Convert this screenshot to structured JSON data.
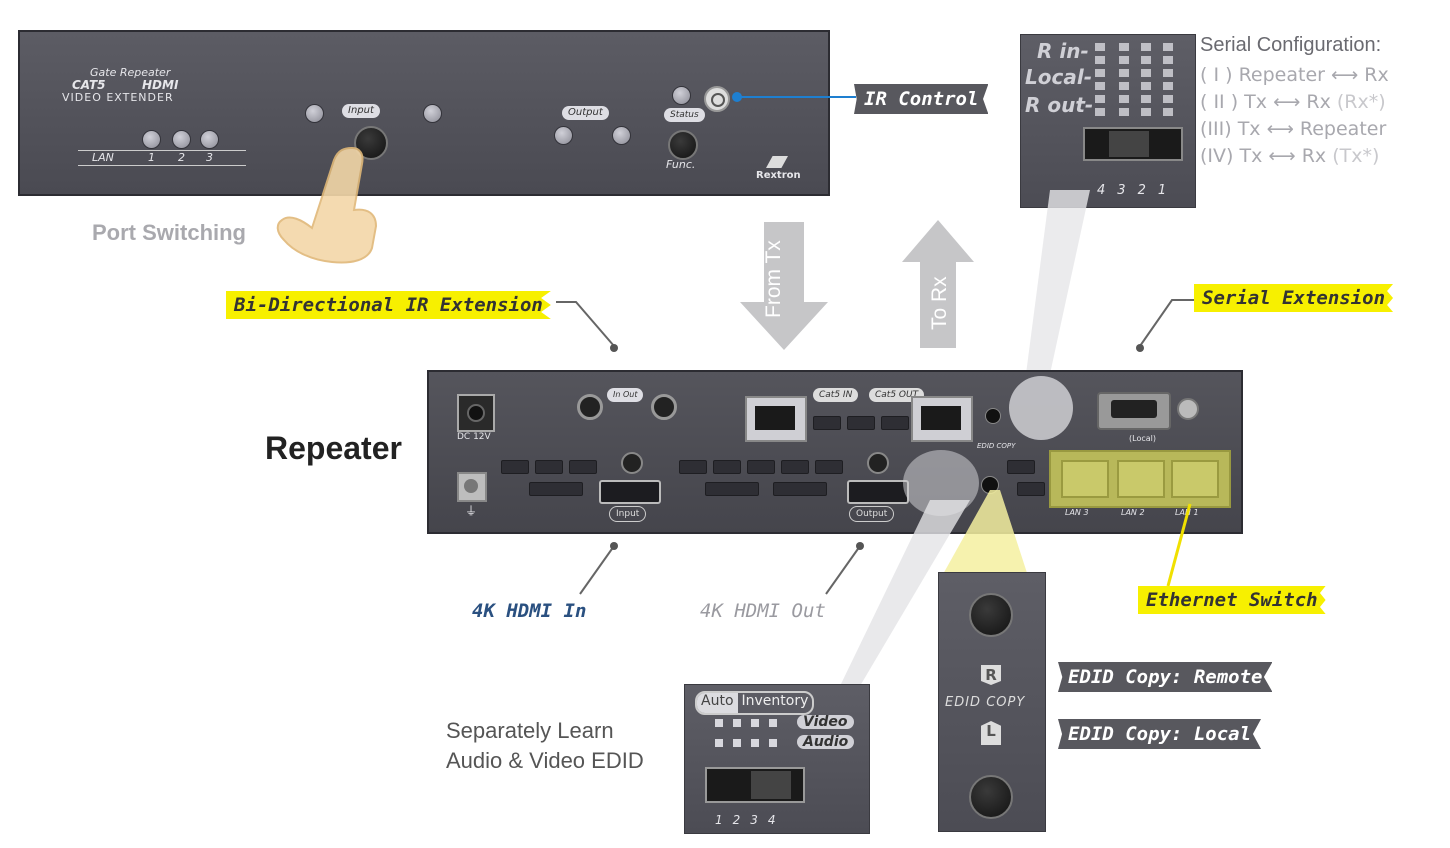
{
  "front_panel": {
    "brand_line1": "Gate Repeater",
    "brand_line2a": "CAT5",
    "brand_line2b": "HDMI",
    "brand_line3": "VIDEO EXTENDER",
    "lan_labels": [
      "LAN",
      "1",
      "2",
      "3"
    ],
    "input_label": "Input",
    "output_label": "Output",
    "status_label": "Status",
    "func_label": "Func.",
    "logo_text": "Rextron"
  },
  "callouts": {
    "port_switching": "Port Switching",
    "ir_control": "IR Control",
    "bi_directional_ir": "Bi-Directional IR Extension",
    "serial_extension": "Serial Extension",
    "repeater": "Repeater",
    "hdmi_in": "4K HDMI In",
    "hdmi_out": "4K HDMI Out",
    "ethernet_switch": "Ethernet Switch",
    "edid_remote": "EDID Copy: Remote",
    "edid_local": "EDID Copy: Local",
    "learn_line1": "Separately Learn",
    "learn_line2": "Audio & Video EDID"
  },
  "arrows": {
    "from_tx": "From Tx",
    "to_rx": "To Rx"
  },
  "serial_zoom": {
    "rows": [
      "R in-",
      "Local-",
      "R out-"
    ],
    "dip_numbers": [
      "4",
      "3",
      "2",
      "1"
    ]
  },
  "serial_config": {
    "title": "Serial Configuration:",
    "modes": [
      {
        "num": "( I )",
        "a": "Repeater",
        "b": "Rx",
        "extra": ""
      },
      {
        "num": "( II )",
        "a": "Tx",
        "b": "Rx",
        "extra": "(Rx*)"
      },
      {
        "num": "(III)",
        "a": "Tx",
        "b": "Repeater",
        "extra": ""
      },
      {
        "num": "(IV)",
        "a": "Tx",
        "b": "Rx",
        "extra": "(Tx*)"
      }
    ]
  },
  "rear_panel": {
    "dc_label": "DC 12V",
    "ir_label": "In  Out",
    "cat5_in": "Cat5 IN",
    "cat5_out": "Cat5 OUT",
    "input_label": "Input",
    "output_label": "Output",
    "edid_copy": "EDID COPY",
    "rs232_label": "(Local)",
    "lan_labels": [
      "LAN 3",
      "LAN 2",
      "LAN 1"
    ]
  },
  "edid_zoom": {
    "auto": "Auto",
    "inventory": "Inventory",
    "video": "Video",
    "audio": "Audio",
    "dip_numbers": [
      "1",
      "2",
      "3",
      "4"
    ],
    "edid_copy": "EDID COPY",
    "r_mark": "R",
    "l_mark": "L"
  },
  "colors": {
    "yellow_tag": "#f7f000",
    "dark_tag": "#58585e",
    "blue_text": "#2a5080",
    "gray_text": "#9a9aa0",
    "ir_line": "#1e7fd0"
  }
}
